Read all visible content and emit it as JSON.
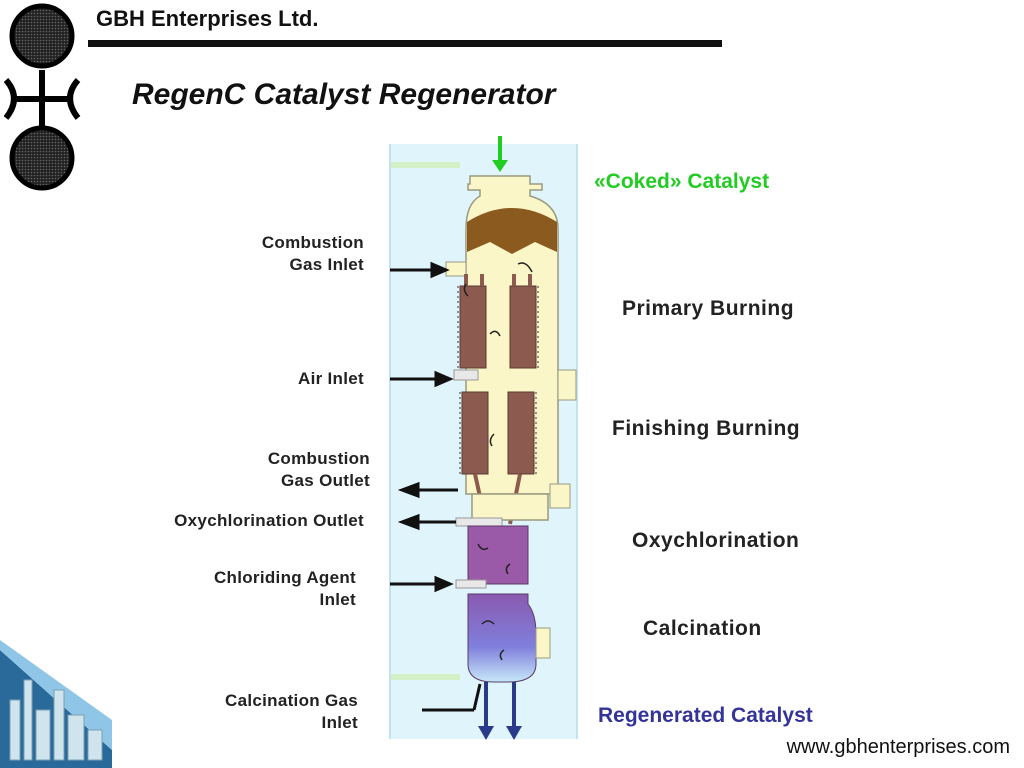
{
  "header": {
    "company": "GBH Enterprises Ltd.",
    "title": "RegenC Catalyst Regenerator"
  },
  "diagram": {
    "inlet_top": "«Coked» Catalyst",
    "outlet_bottom": "Regenerated Catalyst",
    "stages": [
      "Primary Burning",
      "Finishing Burning",
      "Oxychlorination",
      "Calcination"
    ],
    "left_labels": {
      "combustion_gas_inlet_1": "Combustion",
      "combustion_gas_inlet_2": "Gas Inlet",
      "air_inlet": "Air Inlet",
      "combustion_gas_outlet_1": "Combustion",
      "combustion_gas_outlet_2": "Gas Outlet",
      "oxychlorination_outlet": "Oxychlorination Outlet",
      "chloriding_agent_inlet_1": "Chloriding Agent",
      "chloriding_agent_inlet_2": "Inlet",
      "calcination_gas_inlet_1": "Calcination Gas",
      "calcination_gas_inlet_2": "Inlet"
    },
    "colors": {
      "coked_label": "#22cc22",
      "regenerated_label": "#333399",
      "vessel": "#fbf6c8",
      "coke": "#8b5a1e",
      "bed": "#8c5a4e",
      "oxy": "#9a5aa8",
      "calc": "#7f7fdc",
      "panel": "#dff4fb"
    }
  },
  "footer": {
    "website": "www.gbhenterprises.com"
  }
}
